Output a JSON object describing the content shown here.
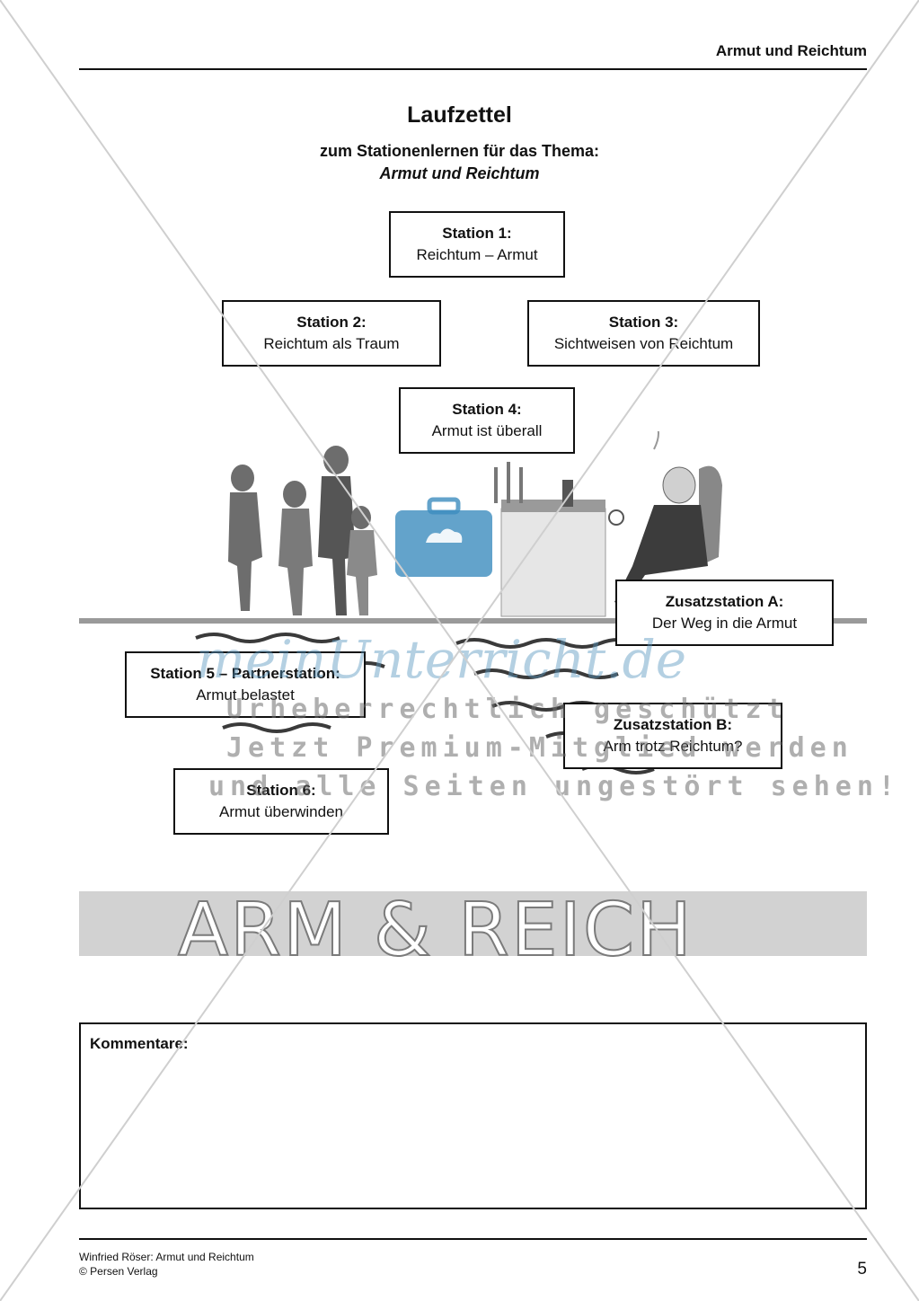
{
  "header": {
    "title": "Armut und Reichtum"
  },
  "main": {
    "title": "Laufzettel",
    "subtitle": "zum Stationenlernen für das Thema:",
    "topic": "Armut und Reichtum"
  },
  "stations": [
    {
      "name": "Station 1:",
      "topic": "Reichtum – Armut"
    },
    {
      "name": "Station 2:",
      "topic": "Reichtum als Traum"
    },
    {
      "name": "Station 3:",
      "topic": "Sichtweisen von Reichtum"
    },
    {
      "name": "Station 4:",
      "topic": "Armut ist überall"
    },
    {
      "name": "Zusatzstation A:",
      "topic": "Der Weg in die Armut"
    },
    {
      "name": "Station 5 – Partnerstation:",
      "topic": "Armut belastet"
    },
    {
      "name": "Zusatzstation B:",
      "topic": "Arm trotz Reichtum?"
    },
    {
      "name": "Station 6:",
      "topic": "Armut überwinden"
    }
  ],
  "banner": {
    "text": "ARM & REICH"
  },
  "comments": {
    "label": "Kommentare:"
  },
  "watermark": {
    "logo": "meinUnterricht.de",
    "line1": "Urheberrechtlich geschützt",
    "line2": "Jetzt Premium-Mitglied werden",
    "line3": "und alle Seiten ungestört sehen!"
  },
  "footer": {
    "author": "Winfried Röser: Armut und Reichtum",
    "publisher": "© Persen Verlag",
    "page": "5"
  },
  "colors": {
    "watermark_blue": "#4a90c0",
    "banner_gray": "#d2d2d2",
    "text": "#111111"
  }
}
